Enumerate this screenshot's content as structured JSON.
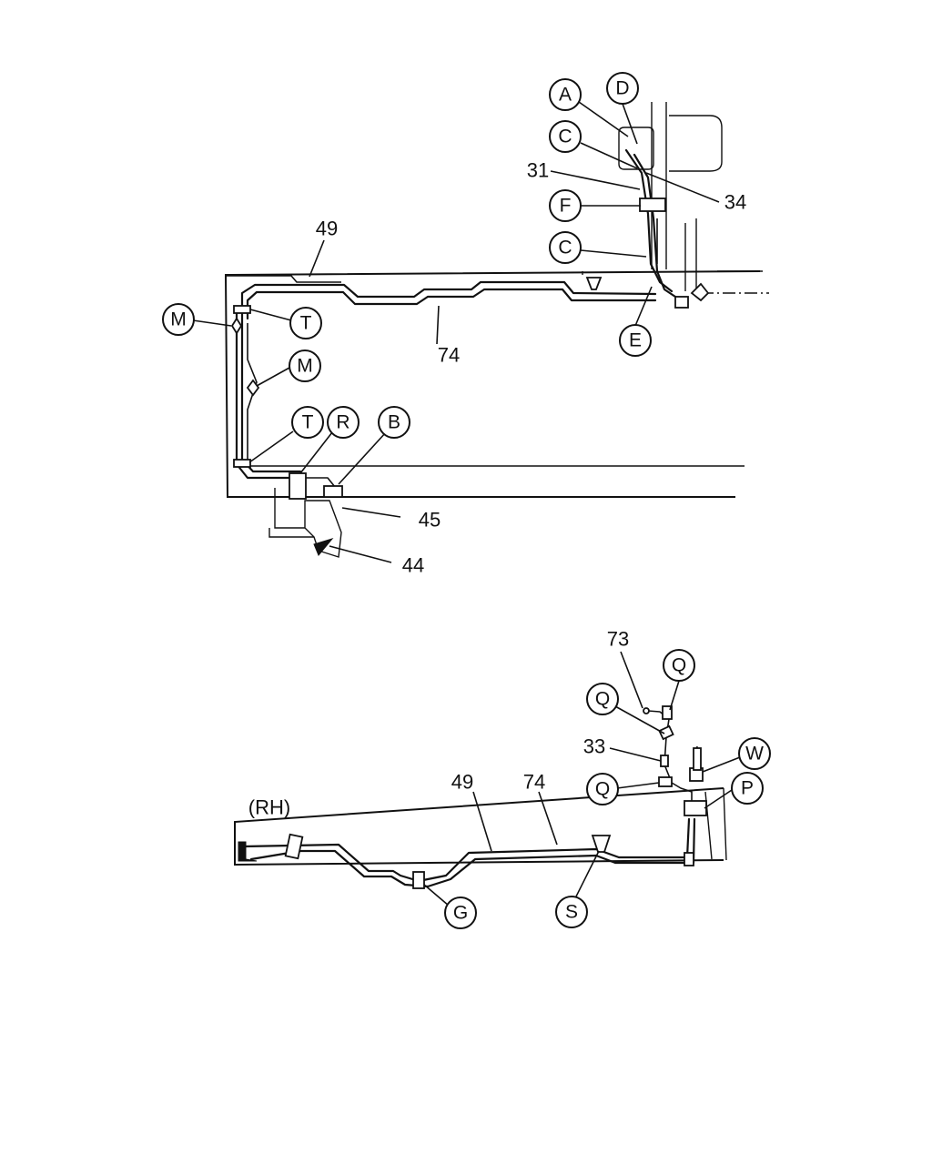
{
  "upper_view": {
    "callouts": {
      "A": "A",
      "D": "D",
      "C_upper": "C",
      "F": "F",
      "C_lower": "C",
      "E": "E",
      "M_left": "M",
      "T_upper": "T",
      "M_mid": "M",
      "T_lower": "T",
      "R": "R",
      "B": "B"
    },
    "part_numbers": {
      "p31": "31",
      "p34": "34",
      "p49": "49",
      "p74": "74",
      "p45": "45",
      "p44": "44"
    }
  },
  "lower_view": {
    "side_label": "(RH)",
    "callouts": {
      "Q_top": "Q",
      "Q_mid": "Q",
      "Q_low": "Q",
      "W": "W",
      "P": "P",
      "G": "G",
      "S": "S"
    },
    "part_numbers": {
      "p73": "73",
      "p33": "33",
      "p49": "49",
      "p74": "74"
    }
  }
}
